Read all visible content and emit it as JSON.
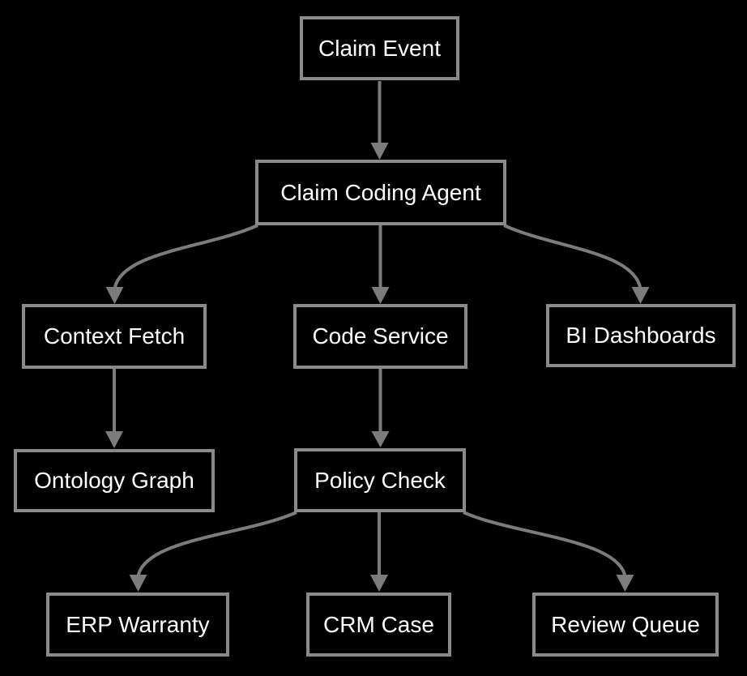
{
  "diagram": {
    "type": "flowchart",
    "direction": "top-down",
    "colors": {
      "background": "#000000",
      "node_fill": "#000000",
      "node_border": "#8a8a8a",
      "edge": "#7c7c7c",
      "text": "#ffffff"
    },
    "nodes": [
      {
        "id": "claim-event",
        "label": "Claim Event"
      },
      {
        "id": "claim-coding-agent",
        "label": "Claim Coding Agent"
      },
      {
        "id": "context-fetch",
        "label": "Context Fetch"
      },
      {
        "id": "code-service",
        "label": "Code Service"
      },
      {
        "id": "bi-dashboards",
        "label": "BI Dashboards"
      },
      {
        "id": "ontology-graph",
        "label": "Ontology Graph"
      },
      {
        "id": "policy-check",
        "label": "Policy Check"
      },
      {
        "id": "erp-warranty",
        "label": "ERP Warranty"
      },
      {
        "id": "crm-case",
        "label": "CRM Case"
      },
      {
        "id": "review-queue",
        "label": "Review Queue"
      }
    ],
    "edges": [
      {
        "from": "Claim Event",
        "to": "Claim Coding Agent"
      },
      {
        "from": "Claim Coding Agent",
        "to": "Context Fetch"
      },
      {
        "from": "Claim Coding Agent",
        "to": "Code Service"
      },
      {
        "from": "Claim Coding Agent",
        "to": "BI Dashboards"
      },
      {
        "from": "Context Fetch",
        "to": "Ontology Graph"
      },
      {
        "from": "Code Service",
        "to": "Policy Check"
      },
      {
        "from": "Policy Check",
        "to": "ERP Warranty"
      },
      {
        "from": "Policy Check",
        "to": "CRM Case"
      },
      {
        "from": "Policy Check",
        "to": "Review Queue"
      }
    ]
  }
}
